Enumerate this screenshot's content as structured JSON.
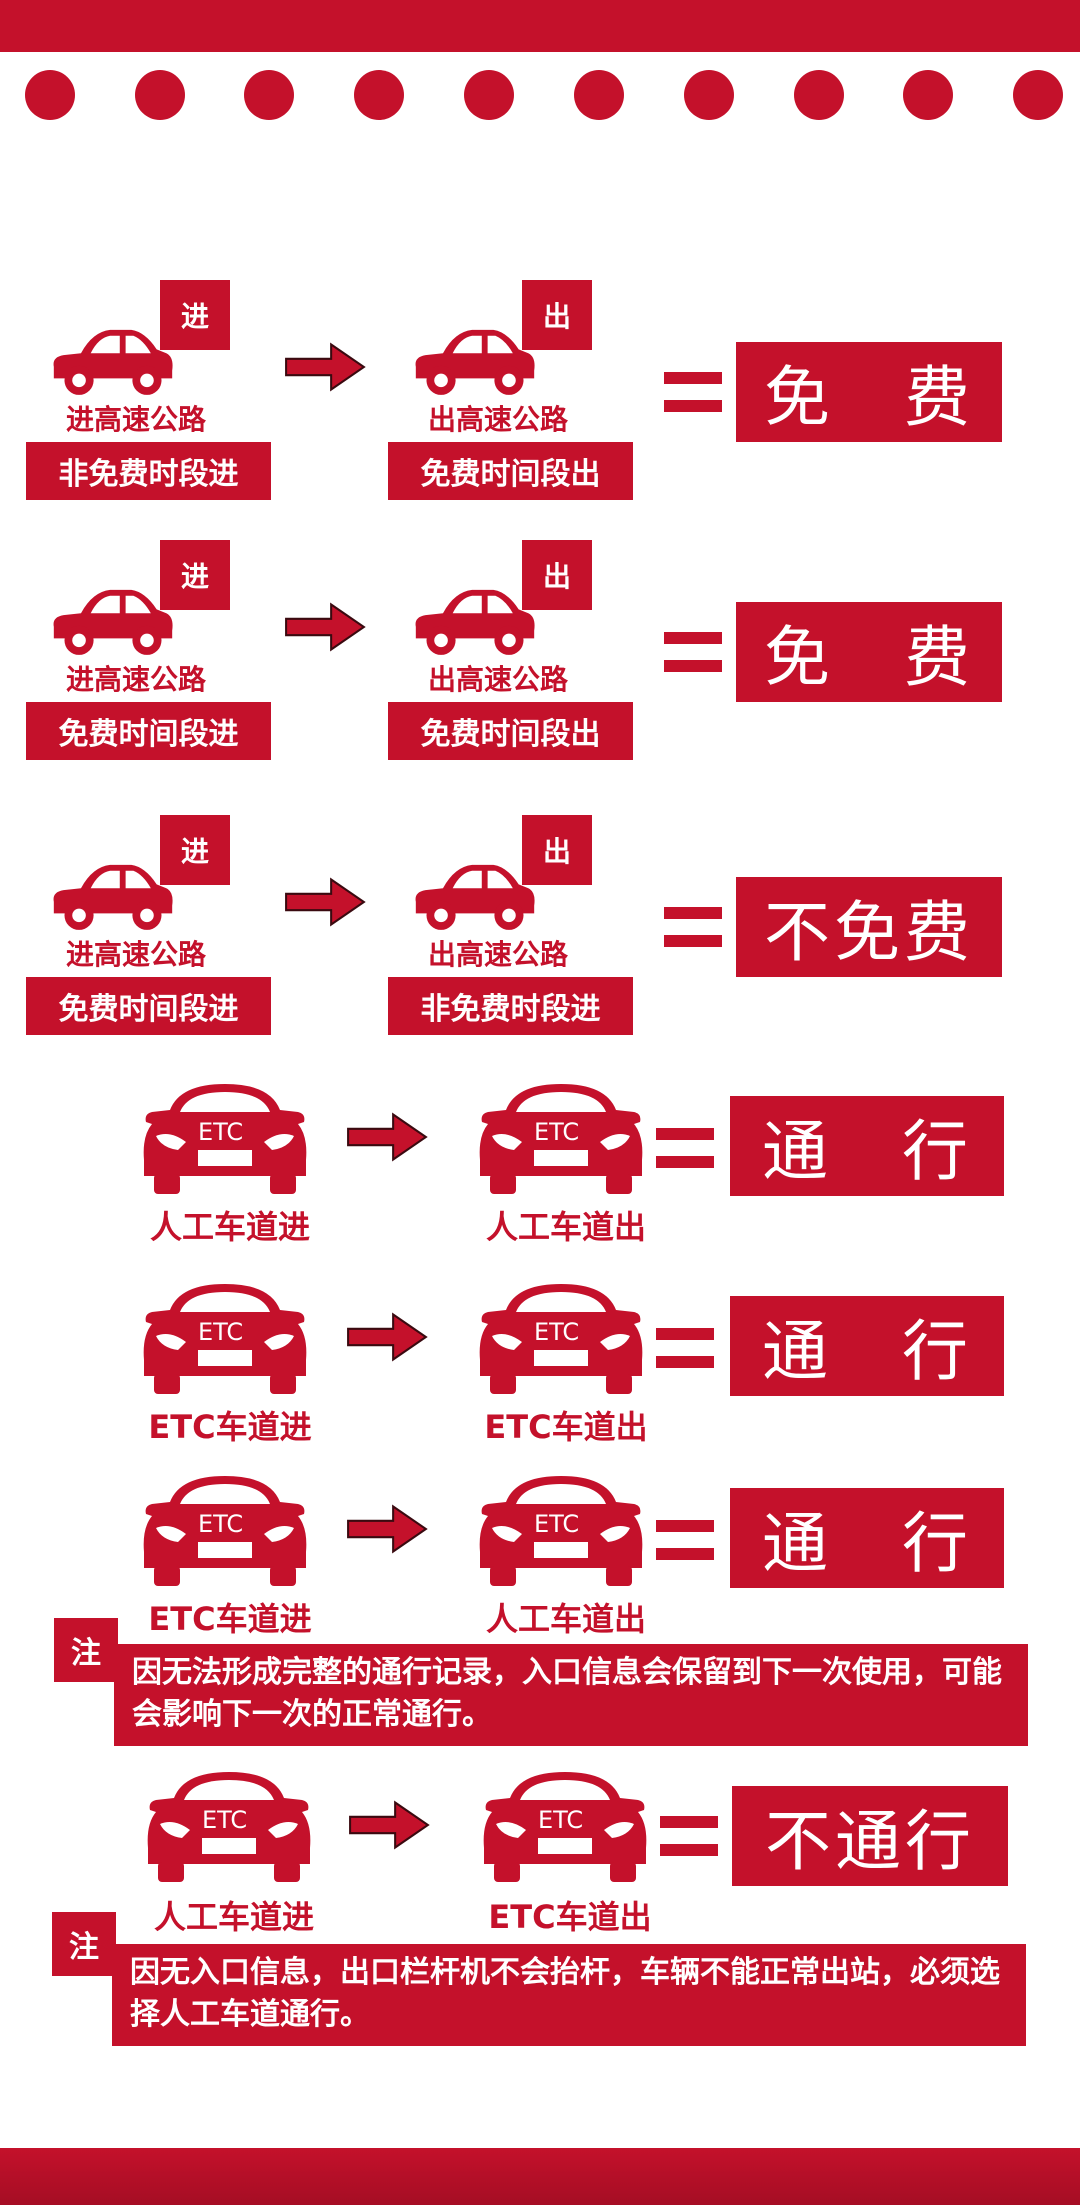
{
  "colors": {
    "brand_red": "#c4112b",
    "white": "#ffffff"
  },
  "icons": [
    "car-side-icon",
    "car-front-icon",
    "right-arrow-icon",
    "equals-icon"
  ],
  "section1": [
    {
      "entry_tag": "进",
      "entry_road": "进高速公路",
      "entry_time": "非免费时段进",
      "exit_tag": "出",
      "exit_road": "出高速公路",
      "exit_time": "免费时间段出",
      "result": "免　费"
    },
    {
      "entry_tag": "进",
      "entry_road": "进高速公路",
      "entry_time": "免费时间段进",
      "exit_tag": "出",
      "exit_road": "出高速公路",
      "exit_time": "免费时间段出",
      "result": "免　费"
    },
    {
      "entry_tag": "进",
      "entry_road": "进高速公路",
      "entry_time": "免费时间段进",
      "exit_tag": "出",
      "exit_road": "出高速公路",
      "exit_time": "非免费时段进",
      "result": "不免费"
    }
  ],
  "section2": [
    {
      "plate": "ETC",
      "entry_lane": "人工车道进",
      "exit_lane": "人工车道出",
      "result": "通　行"
    },
    {
      "plate": "ETC",
      "entry_lane": "ETC车道进",
      "exit_lane": "ETC车道出",
      "result": "通　行"
    },
    {
      "plate": "ETC",
      "entry_lane": "ETC车道进",
      "exit_lane": "人工车道出",
      "result": "通　行",
      "note_tag": "注",
      "note": "因无法形成完整的通行记录，入口信息会保留到下一次使用，可能会影响下一次的正常通行。"
    },
    {
      "plate": "ETC",
      "entry_lane": "人工车道进",
      "exit_lane": "ETC车道出",
      "result": "不通行",
      "note_tag": "注",
      "note": "因无入口信息，出口栏杆机不会抬杆，车辆不能正常出站，必须选择人工车道通行。"
    }
  ]
}
